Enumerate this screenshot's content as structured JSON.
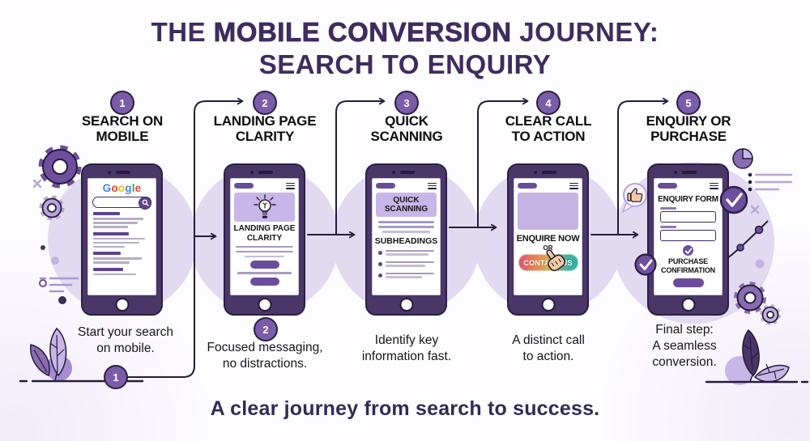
{
  "title": {
    "line1_pre": "THE ",
    "line1_strong": "MOBILE CONVERSION",
    "line1_post": " JOURNEY:",
    "line2": "SEARCH TO ENQUIRY"
  },
  "tagline": "A clear journey from search to success.",
  "steps": [
    {
      "num": "1",
      "title": "SEARCH ON\nMOBILE",
      "caption": "Start your search\non mobile.",
      "bottom_badge": "1"
    },
    {
      "num": "2",
      "title": "LANDING PAGE\nCLARITY",
      "caption": "Focused messaging,\nno distractions.",
      "bottom_badge": "2"
    },
    {
      "num": "3",
      "title": "QUICK\nSCANNING",
      "caption": "Identify key\ninformation fast."
    },
    {
      "num": "4",
      "title": "CLEAR CALL\nTO ACTION",
      "caption": "A distinct call\nto action."
    },
    {
      "num": "5",
      "title": "ENQUIRY OR\nPURCHASE",
      "caption": "Final step:\nA seamless\nconversion."
    }
  ],
  "phones": {
    "p1": {
      "logo": [
        {
          "ch": "G",
          "color": "#4285F4"
        },
        {
          "ch": "o",
          "color": "#EA4335"
        },
        {
          "ch": "o",
          "color": "#FBBC05"
        },
        {
          "ch": "g",
          "color": "#4285F4"
        },
        {
          "ch": "l",
          "color": "#34A853"
        },
        {
          "ch": "e",
          "color": "#EA4335"
        }
      ]
    },
    "p2": {
      "banner_label": "LANDING PAGE\nCLARITY"
    },
    "p3": {
      "banner": "QUICK\nSCANNING",
      "subheading": "SUBHEADINGS"
    },
    "p4": {
      "headline": "ENQUIRE NOW",
      "or_label": "OR",
      "button": "CONTACT US"
    },
    "p5": {
      "form_title": "ENQUIRY FORM",
      "confirmation": "PURCHASE\nCONFIRMATION"
    }
  },
  "colors": {
    "title": "#3e2c5f",
    "accent_purple": "#7b5ca8",
    "phone_body": "#4a3768",
    "dark_outline": "#241c3c",
    "banner_lavender": "#c9b6e8",
    "backdrop_circle": "#e1daf1",
    "cta_gradient": [
      "#e0566e",
      "#e98c4f",
      "#ccb852",
      "#2fae9f"
    ]
  },
  "icons": [
    "gear-icon",
    "leaf-icon",
    "lightbulb-icon",
    "search-icon",
    "menu-icon",
    "check-circle-icon",
    "thumbs-up-bubble-icon",
    "pie-chart-icon",
    "checklist-icon",
    "analytics-line-icon",
    "pointer-hand-icon"
  ]
}
